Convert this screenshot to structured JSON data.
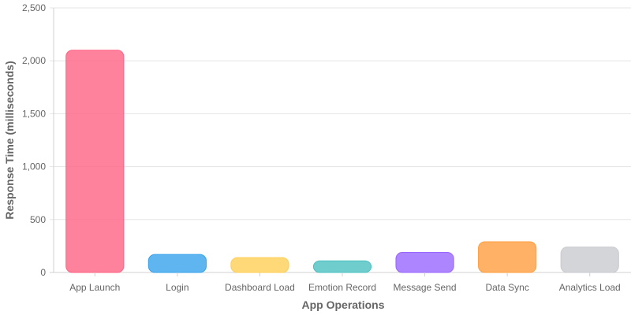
{
  "chart_data": {
    "type": "bar",
    "categories": [
      "App Launch",
      "Login",
      "Dashboard Load",
      "Emotion Record",
      "Message Send",
      "Data Sync",
      "Analytics Load"
    ],
    "values": [
      2100,
      170,
      140,
      110,
      190,
      290,
      240
    ],
    "colors": [
      "#ff6384",
      "#36a2eb",
      "#ffce56",
      "#4bc0c0",
      "#9966ff",
      "#ff9f40",
      "#c9cbcf"
    ],
    "xlabel": "App Operations",
    "ylabel": "Response Time (milliseconds)",
    "ylim": [
      0,
      2500
    ],
    "yticks": [
      0,
      500,
      1000,
      1500,
      2000,
      2500
    ],
    "ytick_labels": [
      "0",
      "500",
      "1,000",
      "1,500",
      "2,000",
      "2,500"
    ],
    "grid": true,
    "legend": "none"
  }
}
